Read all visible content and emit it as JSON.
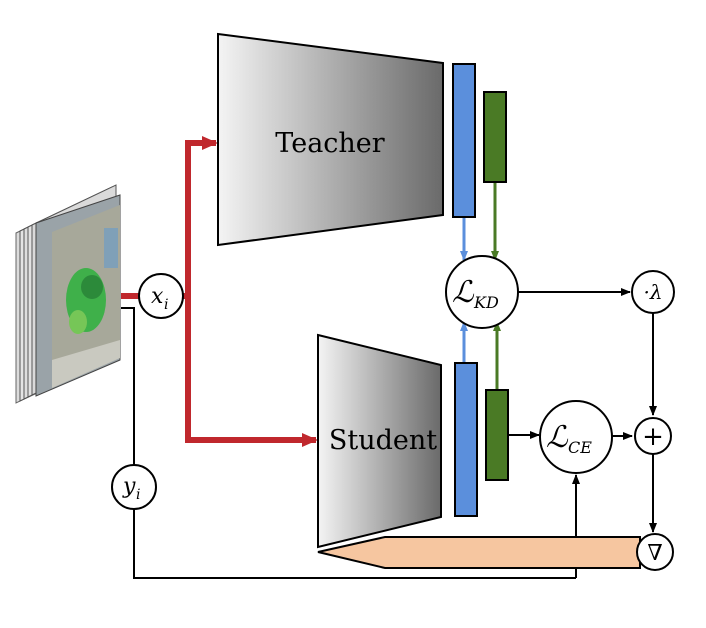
{
  "nodes": {
    "teacher": "Teacher",
    "student": "Student",
    "input": "x",
    "input_sub": "i",
    "label": "y",
    "label_sub": "i",
    "loss_kd": "ℒ",
    "loss_kd_sub": "KD",
    "loss_ce": "ℒ",
    "loss_ce_sub": "CE",
    "scale": "·λ",
    "sum": "+",
    "grad": "∇"
  },
  "colors": {
    "data_arrow": "#c0282d",
    "feature_blue": "#5b8fdc",
    "feature_green": "#4a7a25",
    "gradient_bar": "#f6c6a0"
  }
}
